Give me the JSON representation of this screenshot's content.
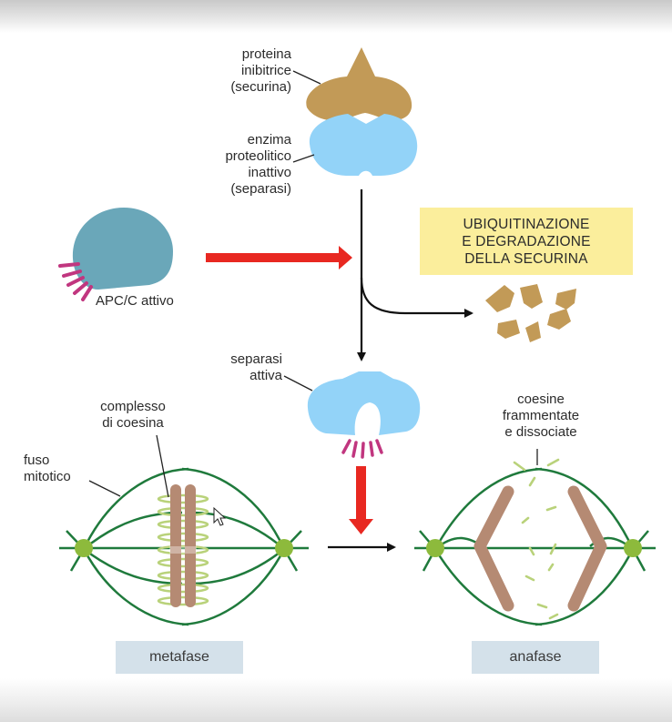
{
  "labels": {
    "securin": [
      "proteina",
      "inibitrice",
      "(securina)"
    ],
    "separase_inactive": [
      "enzima",
      "proteolitico",
      "inattivo",
      "(separasi)"
    ],
    "apc": "APC/C attivo",
    "ubiquitination": [
      "UBIQUITINAZIONE",
      "E DEGRADAZIONE",
      "DELLA SECURINA"
    ],
    "separase_active": [
      "separasi",
      "attiva"
    ],
    "cohesin_complex": [
      "complesso",
      "di coesina"
    ],
    "spindle": [
      "fuso",
      "mitotico"
    ],
    "cohesins_fragmented": [
      "coesine",
      "frammentate",
      "e dissociate"
    ],
    "metaphase": "metafase",
    "anaphase": "anafase"
  },
  "colors": {
    "securin": "#c29a57",
    "separase": "#93d3f8",
    "apc": "#6aa7b9",
    "apc_spikes": "#c1367f",
    "red_arrow": "#e82821",
    "spindle": "#1f7a3c",
    "centrosome": "#8dba3c",
    "chromosome": "#b58a73",
    "cohesin": "#b9d27a",
    "yellow_box": "#fbee9c",
    "phase_box": "#d4e1ea"
  }
}
